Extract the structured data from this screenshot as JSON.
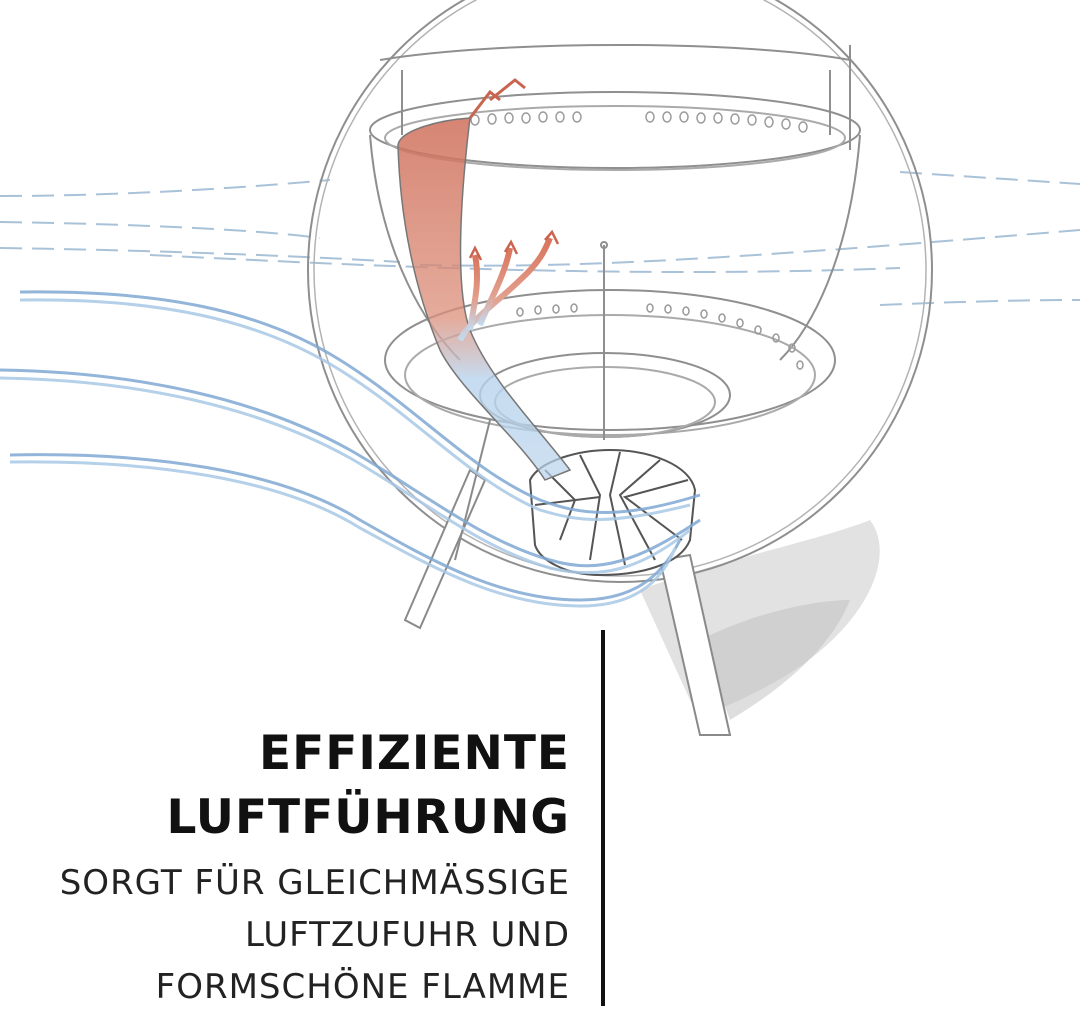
{
  "headline": {
    "line1": "EFFIZIENTE",
    "line2": "LUFTFÜHRUNG"
  },
  "subline": {
    "line1": "SORGT FÜR GLEICHMÄSSIGE",
    "line2": "LUFTZUFUHR UND",
    "line3": "FORMSCHÖNE FLAMME"
  },
  "colors": {
    "background": "#ffffff",
    "text": "#111111",
    "sketch_line": "#9a9a9a",
    "cool_air": "#8fb5dc",
    "warm_air": "#d98c78",
    "shadow": "#d0d0d0"
  }
}
